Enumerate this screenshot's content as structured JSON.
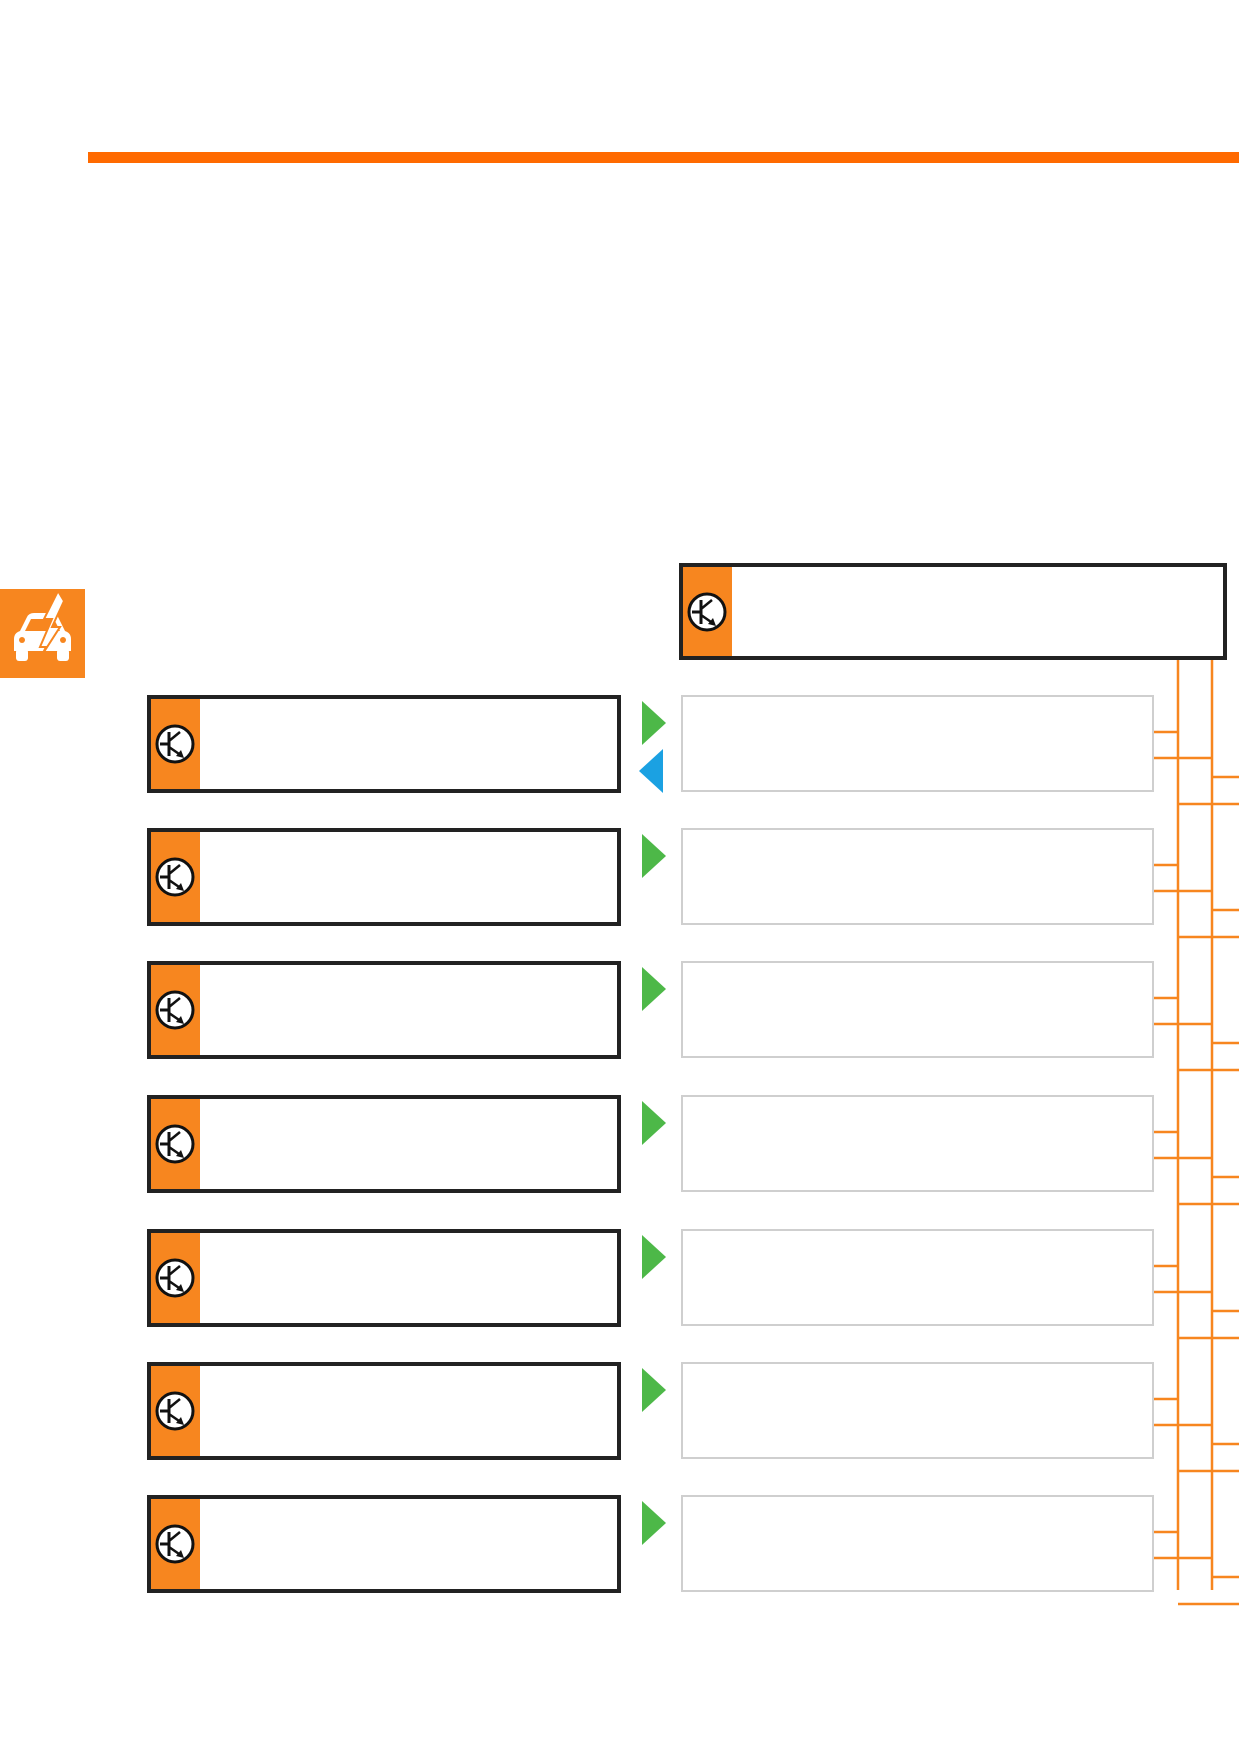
{
  "colors": {
    "accent": "#f7861f",
    "rule": "#ff6a00",
    "border": "#222222",
    "output_border": "#cfcfcf",
    "arrow_out": "#4db848",
    "arrow_in": "#1ba1e2"
  },
  "side_tab": {
    "icon": "car-electrical-icon"
  },
  "control_unit": {
    "label": "",
    "icon": "transistor-icon"
  },
  "inputs": [
    {
      "label": "",
      "icon": "transistor-icon",
      "arrow": "right",
      "return_arrow": true
    },
    {
      "label": "",
      "icon": "transistor-icon",
      "arrow": "right",
      "return_arrow": false
    },
    {
      "label": "",
      "icon": "transistor-icon",
      "arrow": "right",
      "return_arrow": false
    },
    {
      "label": "",
      "icon": "transistor-icon",
      "arrow": "right",
      "return_arrow": false
    },
    {
      "label": "",
      "icon": "transistor-icon",
      "arrow": "right",
      "return_arrow": false
    },
    {
      "label": "",
      "icon": "transistor-icon",
      "arrow": "right",
      "return_arrow": false
    },
    {
      "label": "",
      "icon": "transistor-icon",
      "arrow": "right",
      "return_arrow": false
    }
  ],
  "outputs": [
    {
      "label": ""
    },
    {
      "label": ""
    },
    {
      "label": ""
    },
    {
      "label": ""
    },
    {
      "label": ""
    },
    {
      "label": ""
    },
    {
      "label": ""
    }
  ]
}
